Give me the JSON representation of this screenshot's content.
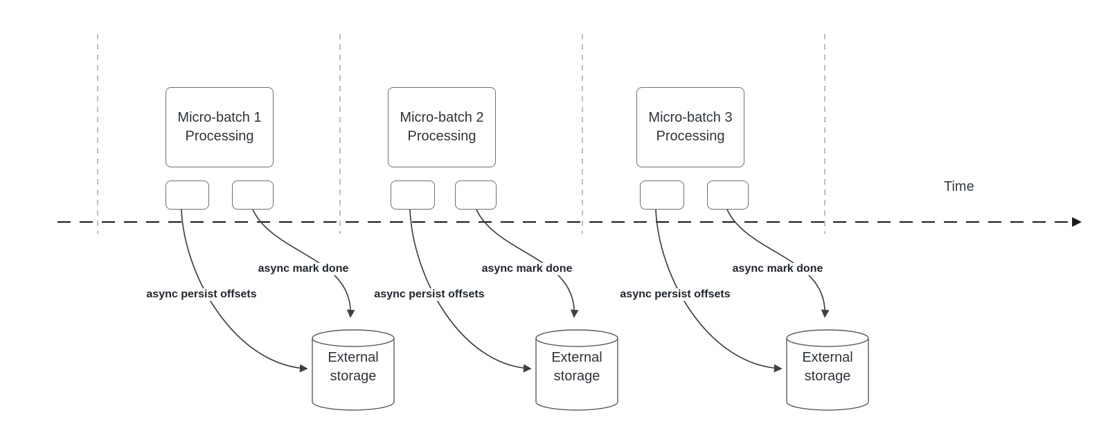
{
  "diagram": {
    "time_label": "Time",
    "batches": [
      {
        "box_line1": "Micro-batch 1",
        "box_line2": "Processing",
        "persist_label": "async persist offsets",
        "mark_done_label": "async mark done",
        "storage_line1": "External",
        "storage_line2": "storage"
      },
      {
        "box_line1": "Micro-batch 2",
        "box_line2": "Processing",
        "persist_label": "async persist offsets",
        "mark_done_label": "async mark done",
        "storage_line1": "External",
        "storage_line2": "storage"
      },
      {
        "box_line1": "Micro-batch 3",
        "box_line2": "Processing",
        "persist_label": "async persist offsets",
        "mark_done_label": "async mark done",
        "storage_line1": "External",
        "storage_line2": "storage"
      }
    ],
    "colors": {
      "background": "#ffffff",
      "node_border": "#6e6e6e",
      "node_text": "#2e343b",
      "guide_line": "#a9a9a9",
      "timeline": "#16181d",
      "arrow": "#3b4148",
      "label_text": "#21262d",
      "cylinder_border": "#565d66"
    }
  }
}
